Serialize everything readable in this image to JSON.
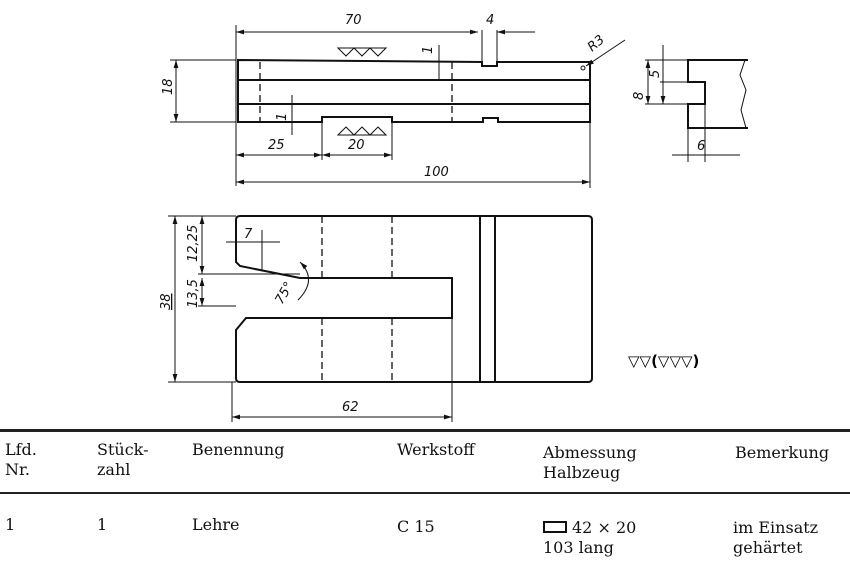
{
  "drawing": {
    "top_view": {
      "dim_70": "70",
      "dim_4": "4",
      "dim_18": "18",
      "dim_1a": "1",
      "dim_1b": "1",
      "dim_25": "25",
      "dim_20": "20",
      "dim_100": "100",
      "radius": "R3"
    },
    "side_view": {
      "dim_5": "5",
      "dim_8": "8",
      "dim_6": "6"
    },
    "front_view": {
      "dim_38": "38",
      "dim_12_25": "12,25",
      "dim_13_5": "13,5",
      "dim_7": "7",
      "angle": "75°",
      "dim_62": "62"
    },
    "surface_symbol": "▽▽(▽▽▽)"
  },
  "table": {
    "headers": [
      {
        "line1": "Lfd.",
        "line2": "Nr."
      },
      {
        "line1": "Stück-",
        "line2": "zahl"
      },
      {
        "line1": "Benennung",
        "line2": ""
      },
      {
        "line1": "Werkstoff",
        "line2": ""
      },
      {
        "line1": "Abmessung",
        "line2": "Halbzeug"
      },
      {
        "line1": "Bemerkung",
        "line2": ""
      }
    ],
    "rows": [
      {
        "nr": "1",
        "count": "1",
        "name": "Lehre",
        "material": "C 15",
        "dim_line1": "42 × 20",
        "dim_line2": "103  lang",
        "remark_line1": "im Einsatz",
        "remark_line2": "gehärtet"
      }
    ]
  }
}
